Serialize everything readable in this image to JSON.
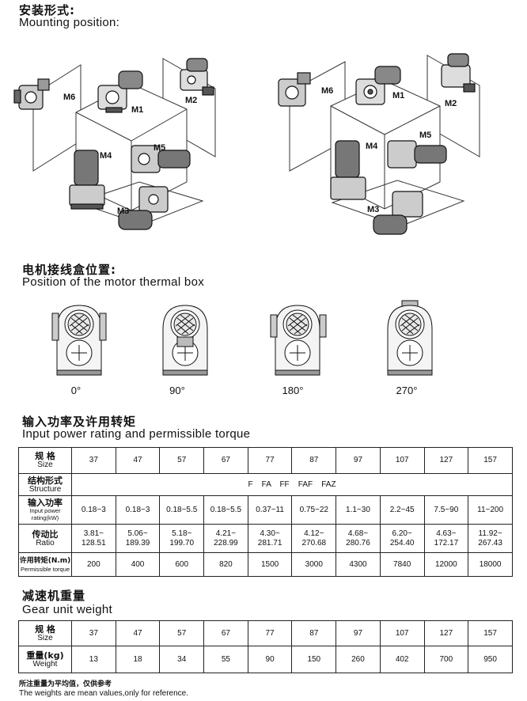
{
  "mounting": {
    "title_cn": "安装形式:",
    "title_en": "Mounting position:",
    "labels": [
      "M1",
      "M2",
      "M3",
      "M4",
      "M5",
      "M6"
    ]
  },
  "thermal_box": {
    "title_cn": "电机接线盒位置:",
    "title_en": "Position of the motor thermal box",
    "angles": [
      "0°",
      "90°",
      "180°",
      "270°"
    ]
  },
  "power_table": {
    "title_cn": "输入功率及许用转矩",
    "title_en": "Input power rating and permissible torque",
    "rows": {
      "size": {
        "cn": "规 格",
        "en": "Size"
      },
      "structure": {
        "cn": "结构形式",
        "en": "Structure"
      },
      "input": {
        "cn": "输入功率",
        "en": "Input power rating(kW)"
      },
      "ratio": {
        "cn": "传动比",
        "en": "Ratio"
      },
      "torque": {
        "cn": "许用转矩(N.m)",
        "en": "Permissible torque"
      }
    },
    "sizes": [
      "37",
      "47",
      "57",
      "67",
      "77",
      "87",
      "97",
      "107",
      "127",
      "157"
    ],
    "structure_value": "F    FA    FF    FAF    FAZ",
    "input_power": [
      "0.18~3",
      "0.18~3",
      "0.18~5.5",
      "0.18~5.5",
      "0.37~11",
      "0.75~22",
      "1.1~30",
      "2.2~45",
      "7.5~90",
      "11~200"
    ],
    "ratio_top": [
      "3.81~",
      "5.06~",
      "5.18~",
      "4.21~",
      "4.30~",
      "4.12~",
      "4.68~",
      "6.20~",
      "4.63~",
      "11.92~"
    ],
    "ratio_bottom": [
      "128.51",
      "189.39",
      "199.70",
      "228.99",
      "281.71",
      "270.68",
      "280.76",
      "254.40",
      "172.17",
      "267.43"
    ],
    "torque": [
      "200",
      "400",
      "600",
      "820",
      "1500",
      "3000",
      "4300",
      "7840",
      "12000",
      "18000"
    ]
  },
  "weight_table": {
    "title_cn": "减速机重量",
    "title_en": "Gear unit weight",
    "rows": {
      "size": {
        "cn": "规 格",
        "en": "Size"
      },
      "weight": {
        "cn": "重量(kg)",
        "en": "Weight"
      }
    },
    "sizes": [
      "37",
      "47",
      "57",
      "67",
      "77",
      "87",
      "97",
      "107",
      "127",
      "157"
    ],
    "weights": [
      "13",
      "18",
      "34",
      "55",
      "90",
      "150",
      "260",
      "402",
      "700",
      "950"
    ]
  },
  "note": {
    "cn": "所注重量为平均值，仅供参考",
    "en": "The weights are mean values,only for reference."
  }
}
